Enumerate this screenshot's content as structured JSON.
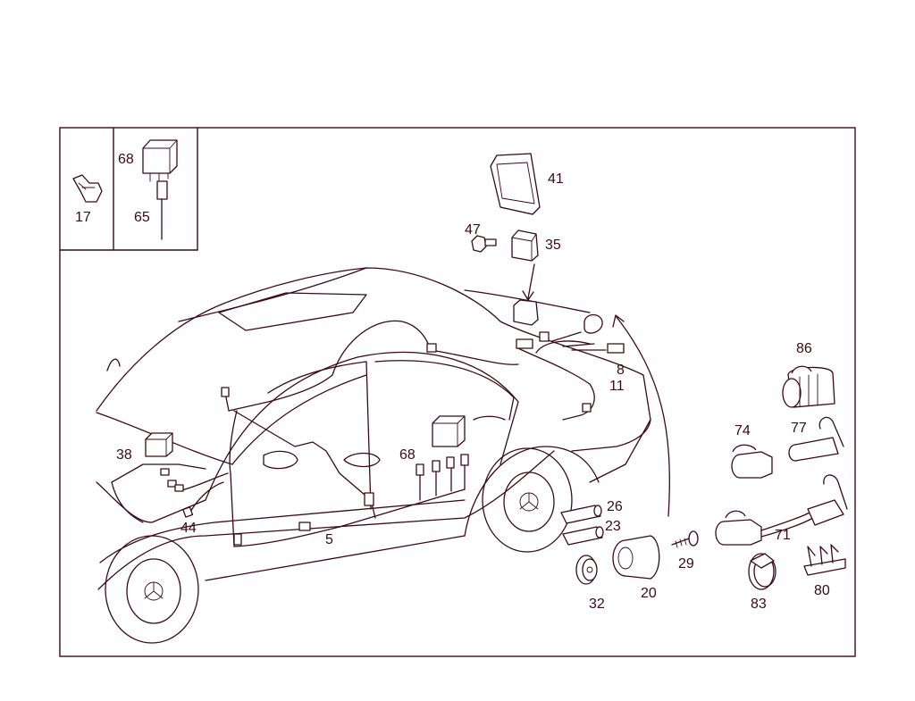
{
  "colors": {
    "ink": "#3a0a16",
    "background": "#ffffff"
  },
  "labels": {
    "p17": "17",
    "p68a": "68",
    "p65": "65",
    "p41": "41",
    "p47": "47",
    "p35": "35",
    "p8": "8",
    "p11": "11",
    "p86": "86",
    "p74": "74",
    "p77": "77",
    "p38": "38",
    "p68b": "68",
    "p26": "26",
    "p23": "23",
    "p71": "71",
    "p29": "29",
    "p20": "20",
    "p32": "32",
    "p83": "83",
    "p80": "80",
    "p44": "44",
    "p5": "5"
  }
}
